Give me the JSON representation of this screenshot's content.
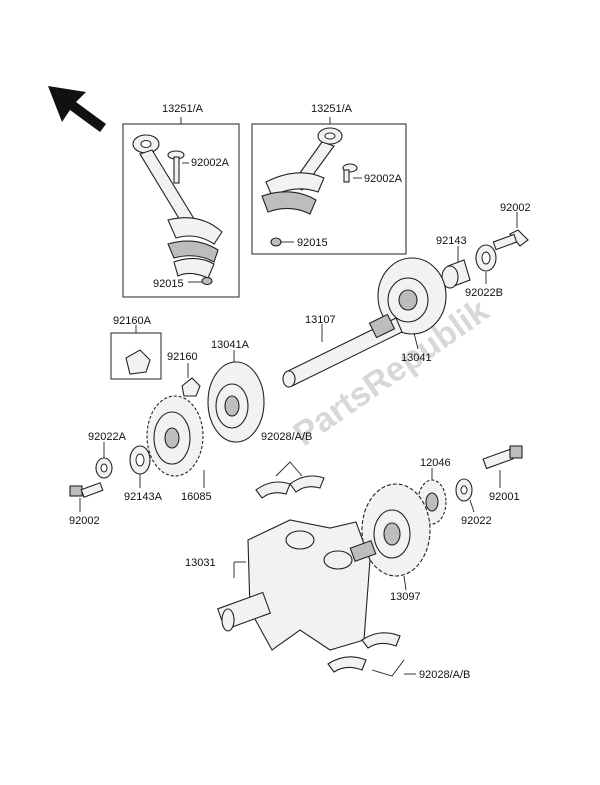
{
  "watermark": "PartsRepublik",
  "labels": {
    "box_left_title": "13251/A",
    "box_right_title": "13251/A",
    "left_92002A": "92002A",
    "left_92015": "92015",
    "right_92002A": "92002A",
    "right_92015": "92015",
    "p92002_top": "92002",
    "p92143": "92143",
    "p92022B": "92022B",
    "p13107": "13107",
    "p13041": "13041",
    "p92160A": "92160A",
    "p92160": "92160",
    "p13041A": "13041A",
    "p92028_top": "92028/A/B",
    "p92022A": "92022A",
    "p92143A": "92143A",
    "p16085": "16085",
    "p92002_left": "92002",
    "p12046": "12046",
    "p92001": "92001",
    "p92022": "92022",
    "p13097": "13097",
    "p13031": "13031",
    "p92028_bottom": "92028/A/B"
  }
}
